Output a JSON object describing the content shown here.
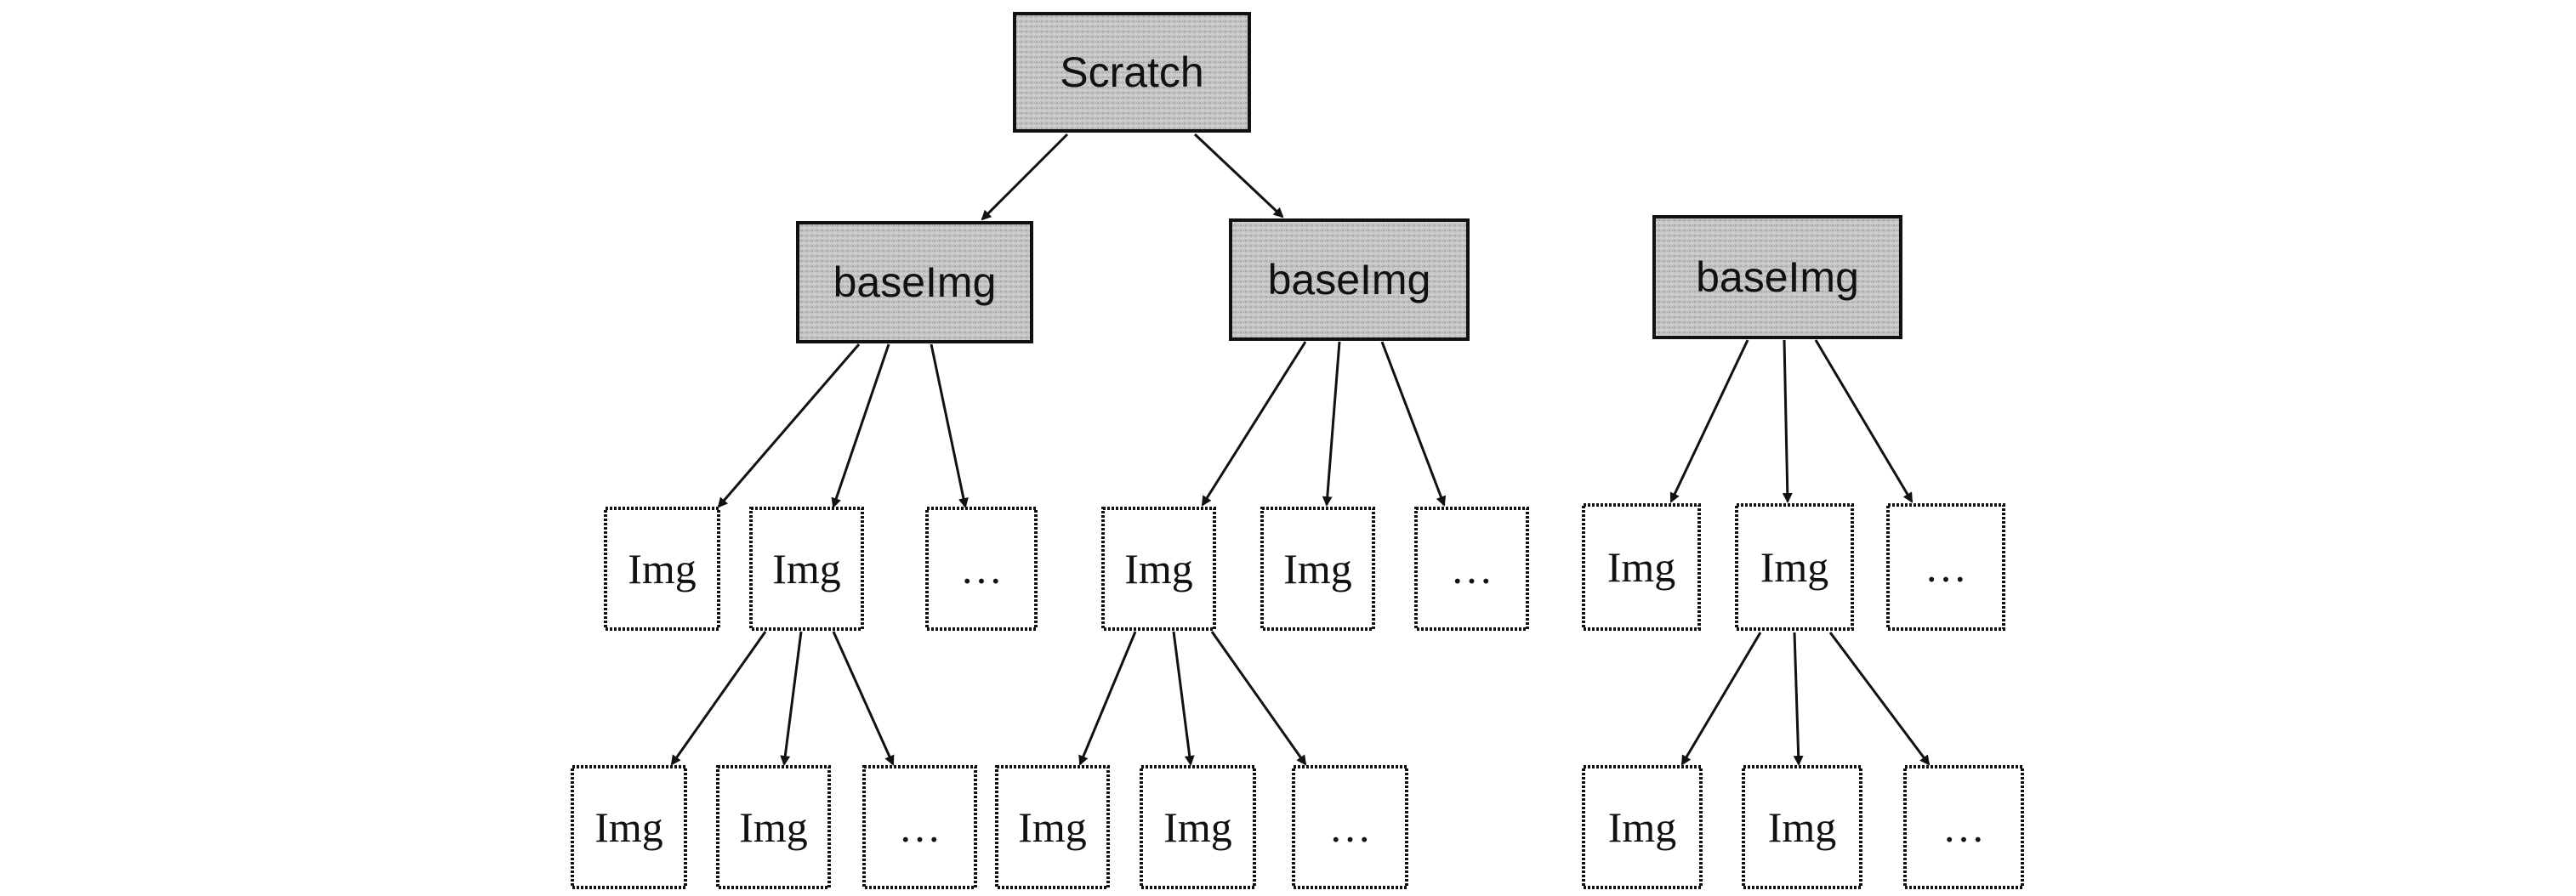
{
  "diagram": {
    "nodes": [
      {
        "id": "scratch",
        "label": "Scratch",
        "kind": "root"
      },
      {
        "id": "b1",
        "label": "baseImg",
        "kind": "base"
      },
      {
        "id": "b2",
        "label": "baseImg",
        "kind": "base"
      },
      {
        "id": "b3",
        "label": "baseImg",
        "kind": "base"
      },
      {
        "id": "i11",
        "label": "Img",
        "kind": "img"
      },
      {
        "id": "i12",
        "label": "Img",
        "kind": "img"
      },
      {
        "id": "i13",
        "label": "…",
        "kind": "img"
      },
      {
        "id": "i21",
        "label": "Img",
        "kind": "img"
      },
      {
        "id": "i22",
        "label": "Img",
        "kind": "img"
      },
      {
        "id": "i23",
        "label": "…",
        "kind": "img"
      },
      {
        "id": "i31",
        "label": "Img",
        "kind": "img"
      },
      {
        "id": "i32",
        "label": "Img",
        "kind": "img"
      },
      {
        "id": "i33",
        "label": "…",
        "kind": "img"
      },
      {
        "id": "j121",
        "label": "Img",
        "kind": "img"
      },
      {
        "id": "j122",
        "label": "Img",
        "kind": "img"
      },
      {
        "id": "j123",
        "label": "…",
        "kind": "img"
      },
      {
        "id": "j211",
        "label": "Img",
        "kind": "img"
      },
      {
        "id": "j212",
        "label": "Img",
        "kind": "img"
      },
      {
        "id": "j213",
        "label": "…",
        "kind": "img"
      },
      {
        "id": "j321",
        "label": "Img",
        "kind": "img"
      },
      {
        "id": "j322",
        "label": "Img",
        "kind": "img"
      },
      {
        "id": "j323",
        "label": "…",
        "kind": "img"
      }
    ],
    "edges": [
      [
        "scratch",
        "b1"
      ],
      [
        "scratch",
        "b2"
      ],
      [
        "b1",
        "i11"
      ],
      [
        "b1",
        "i12"
      ],
      [
        "b1",
        "i13"
      ],
      [
        "b2",
        "i21"
      ],
      [
        "b2",
        "i22"
      ],
      [
        "b2",
        "i23"
      ],
      [
        "b3",
        "i31"
      ],
      [
        "b3",
        "i32"
      ],
      [
        "b3",
        "i33"
      ],
      [
        "i12",
        "j121"
      ],
      [
        "i12",
        "j122"
      ],
      [
        "i12",
        "j123"
      ],
      [
        "i21",
        "j211"
      ],
      [
        "i21",
        "j212"
      ],
      [
        "i21",
        "j213"
      ],
      [
        "i32",
        "j321"
      ],
      [
        "i32",
        "j322"
      ],
      [
        "i32",
        "j323"
      ]
    ]
  }
}
